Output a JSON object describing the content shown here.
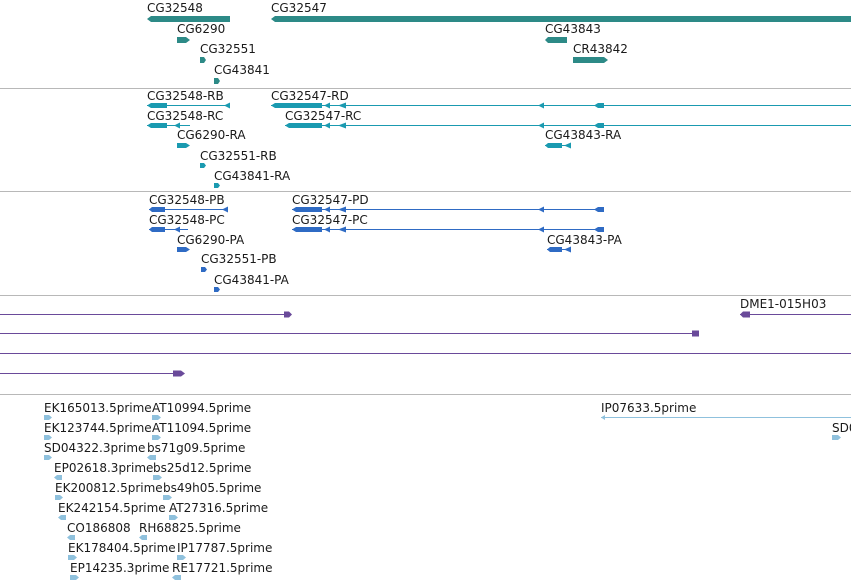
{
  "colors": {
    "gene": "#2d8a87",
    "transcript": "#1a9ab0",
    "protein": "#2f6bc4",
    "clone": "#6a4a9a",
    "est": "#8fc1dd",
    "divider": "#b8b8b8"
  },
  "tracks": {
    "genes": {
      "labels": [
        "CG32548",
        "CG32547",
        "CG6290",
        "CG43843",
        "CG32551",
        "CR43842",
        "CG43841"
      ]
    },
    "transcripts": {
      "labels": [
        "CG32548-RB",
        "CG32547-RD",
        "CG32548-RC",
        "CG32547-RC",
        "CG6290-RA",
        "CG43843-RA",
        "CG32551-RB",
        "CG43841-RA"
      ]
    },
    "proteins": {
      "labels": [
        "CG32548-PB",
        "CG32547-PD",
        "CG32548-PC",
        "CG32547-PC",
        "CG6290-PA",
        "CG43843-PA",
        "CG32551-PB",
        "CG43841-PA"
      ]
    },
    "clones": {
      "labels": [
        "DME1-015H03"
      ]
    },
    "ests": {
      "labels": [
        "EK165013.5prime",
        "AT10994.5prime",
        "IP07633.5prime",
        "EK123744.5prime",
        "AT11094.5prime",
        "SD0",
        "SD04322.3prime",
        "bs71g09.5prime",
        "EP02618.3prime",
        "bs25d12.5prime",
        "EK200812.5prime",
        "bs49h05.5prime",
        "EK242154.5prime",
        "AT27316.5prime",
        "CO186808",
        "RH68825.5prime",
        "EK178404.5prime",
        "IP17787.5prime",
        "EP14235.3prime",
        "RE17721.5prime"
      ]
    }
  }
}
